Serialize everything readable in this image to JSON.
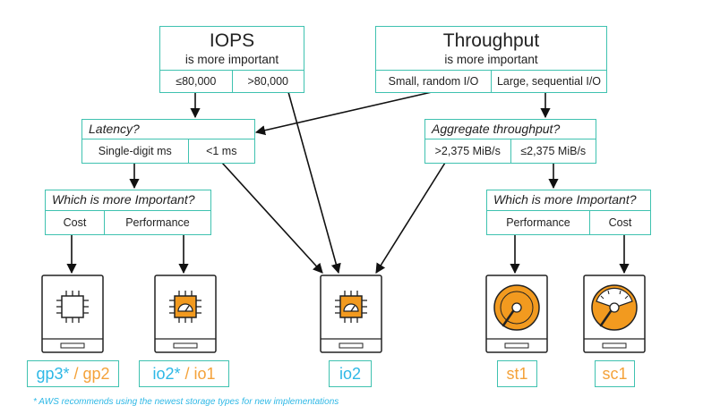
{
  "iops": {
    "title": "IOPS",
    "subtitle": "is more important",
    "options": [
      "≤80,000",
      ">80,000"
    ]
  },
  "throughput": {
    "title": "Throughput",
    "subtitle": "is more important",
    "options": [
      "Small, random I/O",
      "Large, sequential I/O"
    ]
  },
  "latency": {
    "question": "Latency?",
    "options": [
      "Single-digit ms",
      "<1 ms"
    ]
  },
  "aggregate": {
    "question": "Aggregate throughput?",
    "options": [
      ">2,375 MiB/s",
      "≤2,375 MiB/s"
    ]
  },
  "importance_left": {
    "question": "Which is more Important?",
    "options": [
      "Cost",
      "Performance"
    ]
  },
  "importance_right": {
    "question": "Which is more Important?",
    "options": [
      "Performance",
      "Cost"
    ]
  },
  "volumes": {
    "gp": {
      "current": "gp3*",
      "sep": " / ",
      "previous": "gp2",
      "icon": "chip-icon"
    },
    "io_left": {
      "current": "io2*",
      "sep": " / ",
      "previous": "io1",
      "icon": "chip-gauge-icon"
    },
    "io2": {
      "current": "io2",
      "icon": "chip-gauge-icon"
    },
    "st1": {
      "current": "st1",
      "icon": "hdd-icon"
    },
    "sc1": {
      "current": "sc1",
      "icon": "hdd-gauge-icon"
    }
  },
  "footnote": "* AWS recommends using the newest storage types for new implementations",
  "colors": {
    "teal_border": "#3fc2b0",
    "blue": "#2eb8e6",
    "orange": "#f4a23a",
    "device_orange": "#f29a1f"
  }
}
